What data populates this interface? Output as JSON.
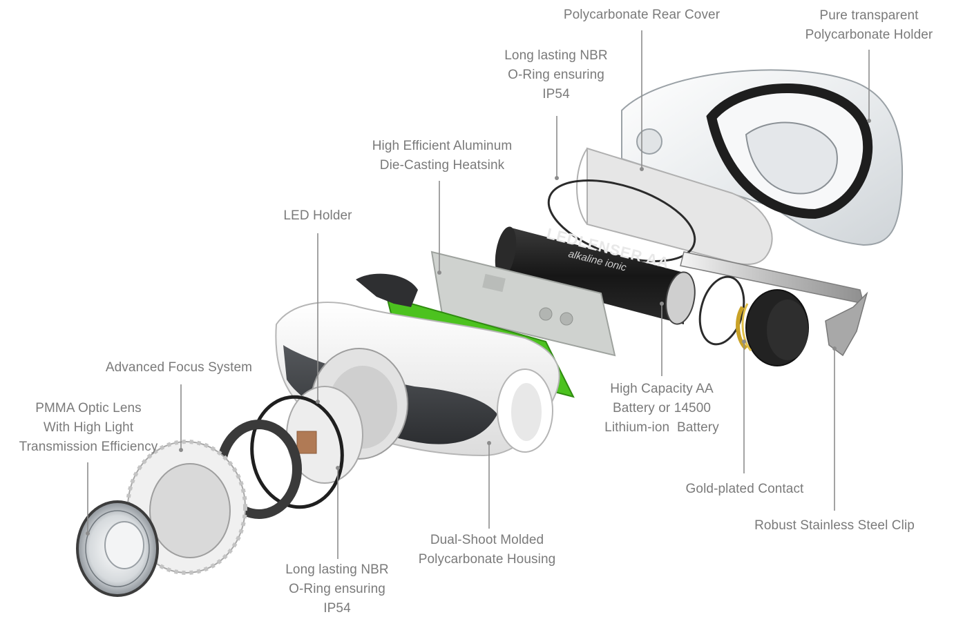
{
  "labels": {
    "rear_cover": "Polycarbonate Rear Cover",
    "holder": "Pure transparent\nPolycarbonate Holder",
    "oring_top": "Long lasting NBR\nO-Ring ensuring\nIP54",
    "heatsink": "High Efficient Aluminum\nDie-Casting Heatsink",
    "led_holder": "LED Holder",
    "focus": "Advanced Focus System",
    "lens": "PMMA Optic Lens\nWith High Light\nTransmission Efficiency",
    "battery": "High Capacity AA\nBattery or 14500\nLithium-ion  Battery",
    "contact": "Gold-plated Contact",
    "clip": "Robust Stainless Steel Clip",
    "housing": "Dual-Shoot Molded\nPolycarbonate Housing",
    "oring_bottom": "Long lasting NBR\nO-Ring ensuring\nIP54"
  },
  "battery_print": {
    "brand": "LEDLENSER AA",
    "type": "alkaline ionic"
  },
  "colors": {
    "label_text": "#7a7a7a",
    "leader_line": "#8c8c8c",
    "housing_dark": "#3b3d40",
    "housing_white": "#f2f2f2",
    "pcb_green": "#4cc21f",
    "battery_black": "#1f1f1f",
    "heatsink_gray": "#c9ccc9"
  }
}
